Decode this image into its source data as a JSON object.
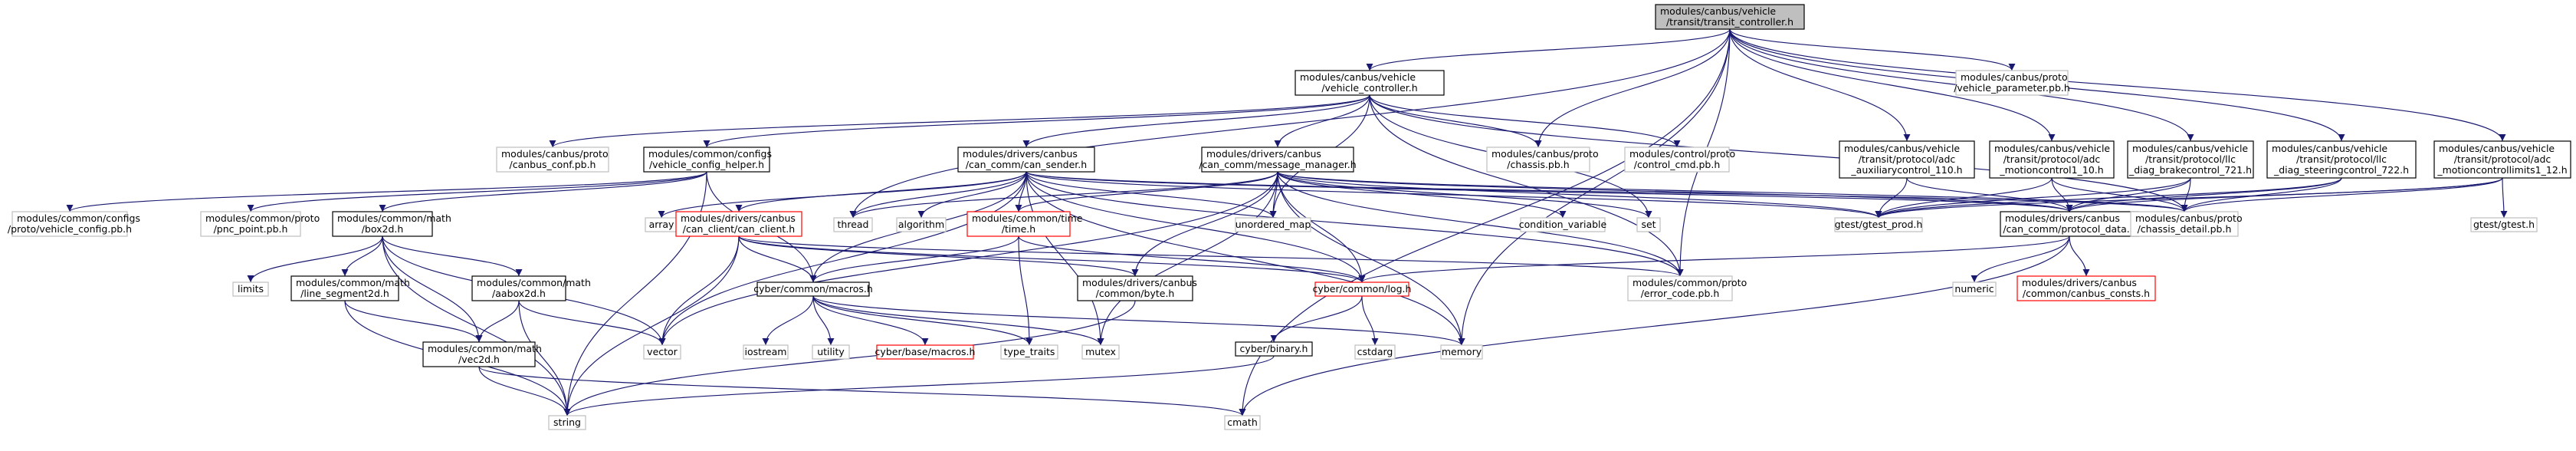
{
  "graph": {
    "type": "include-dependency-graph",
    "nodes": [
      {
        "id": "root",
        "lines": [
          "modules/canbus/vehicle",
          "/transit/transit_controller.h"
        ],
        "style": "root"
      },
      {
        "id": "vehicle_controller",
        "lines": [
          "modules/canbus/vehicle",
          "/vehicle_controller.h"
        ],
        "style": "plain"
      },
      {
        "id": "vehicle_parameter",
        "lines": [
          "modules/canbus/proto",
          "/vehicle_parameter.pb.h"
        ],
        "style": "gray"
      },
      {
        "id": "canbus_conf",
        "lines": [
          "modules/canbus/proto",
          "/canbus_conf.pb.h"
        ],
        "style": "gray"
      },
      {
        "id": "vehicle_config_helper",
        "lines": [
          "modules/common/configs",
          "/vehicle_config_helper.h"
        ],
        "style": "plain"
      },
      {
        "id": "can_sender",
        "lines": [
          "modules/drivers/canbus",
          "/can_comm/can_sender.h"
        ],
        "style": "plain"
      },
      {
        "id": "message_manager",
        "lines": [
          "modules/drivers/canbus",
          "/can_comm/message_manager.h"
        ],
        "style": "plain"
      },
      {
        "id": "chassis_pb",
        "lines": [
          "modules/canbus/proto",
          "/chassis.pb.h"
        ],
        "style": "gray"
      },
      {
        "id": "control_cmd",
        "lines": [
          "modules/control/proto",
          "/control_cmd.pb.h"
        ],
        "style": "gray"
      },
      {
        "id": "adc_auxiliary",
        "lines": [
          "modules/canbus/vehicle",
          "/transit/protocol/adc",
          "_auxiliarycontrol_110.h"
        ],
        "style": "plain"
      },
      {
        "id": "adc_motion10",
        "lines": [
          "modules/canbus/vehicle",
          "/transit/protocol/adc",
          "_motioncontrol1_10.h"
        ],
        "style": "plain"
      },
      {
        "id": "llc_brake",
        "lines": [
          "modules/canbus/vehicle",
          "/transit/protocol/llc",
          "_diag_brakecontrol_721.h"
        ],
        "style": "plain"
      },
      {
        "id": "llc_steering",
        "lines": [
          "modules/canbus/vehicle",
          "/transit/protocol/llc",
          "_diag_steeringcontrol_722.h"
        ],
        "style": "plain"
      },
      {
        "id": "adc_limits",
        "lines": [
          "modules/canbus/vehicle",
          "/transit/protocol/adc",
          "_motioncontrollimits1_12.h"
        ],
        "style": "plain"
      },
      {
        "id": "vehicle_config_pb",
        "lines": [
          "modules/common/configs",
          "/proto/vehicle_config.pb.h"
        ],
        "style": "gray"
      },
      {
        "id": "pnc_point",
        "lines": [
          "modules/common/proto",
          "/pnc_point.pb.h"
        ],
        "style": "gray"
      },
      {
        "id": "box2d",
        "lines": [
          "modules/common/math",
          "/box2d.h"
        ],
        "style": "plain"
      },
      {
        "id": "array",
        "lines": [
          "array"
        ],
        "style": "gray"
      },
      {
        "id": "thread",
        "lines": [
          "thread"
        ],
        "style": "gray"
      },
      {
        "id": "can_client",
        "lines": [
          "modules/drivers/canbus",
          "/can_client/can_client.h"
        ],
        "style": "red"
      },
      {
        "id": "algorithm",
        "lines": [
          "algorithm"
        ],
        "style": "gray"
      },
      {
        "id": "time_h",
        "lines": [
          "modules/common/time",
          "/time.h"
        ],
        "style": "red"
      },
      {
        "id": "unordered_map",
        "lines": [
          "unordered_map"
        ],
        "style": "gray"
      },
      {
        "id": "condition_variable",
        "lines": [
          "condition_variable"
        ],
        "style": "gray"
      },
      {
        "id": "set",
        "lines": [
          "set"
        ],
        "style": "gray"
      },
      {
        "id": "gtest_prod",
        "lines": [
          "gtest/gtest_prod.h"
        ],
        "style": "gray"
      },
      {
        "id": "protocol_data",
        "lines": [
          "modules/drivers/canbus",
          "/can_comm/protocol_data.h"
        ],
        "style": "plain"
      },
      {
        "id": "chassis_detail",
        "lines": [
          "modules/canbus/proto",
          "/chassis_detail.pb.h"
        ],
        "style": "gray"
      },
      {
        "id": "gtest",
        "lines": [
          "gtest/gtest.h"
        ],
        "style": "gray"
      },
      {
        "id": "limits",
        "lines": [
          "limits"
        ],
        "style": "gray"
      },
      {
        "id": "line_segment2d",
        "lines": [
          "modules/common/math",
          "/line_segment2d.h"
        ],
        "style": "plain"
      },
      {
        "id": "aabox2d",
        "lines": [
          "modules/common/math",
          "/aabox2d.h"
        ],
        "style": "plain"
      },
      {
        "id": "macros_h",
        "lines": [
          "cyber/common/macros.h"
        ],
        "style": "plain"
      },
      {
        "id": "byte_h",
        "lines": [
          "modules/drivers/canbus",
          "/common/byte.h"
        ],
        "style": "plain"
      },
      {
        "id": "log_h",
        "lines": [
          "cyber/common/log.h"
        ],
        "style": "red"
      },
      {
        "id": "error_code",
        "lines": [
          "modules/common/proto",
          "/error_code.pb.h"
        ],
        "style": "gray"
      },
      {
        "id": "numeric",
        "lines": [
          "numeric"
        ],
        "style": "gray"
      },
      {
        "id": "canbus_consts",
        "lines": [
          "modules/drivers/canbus",
          "/common/canbus_consts.h"
        ],
        "style": "red"
      },
      {
        "id": "vector",
        "lines": [
          "vector"
        ],
        "style": "gray"
      },
      {
        "id": "vec2d",
        "lines": [
          "modules/common/math",
          "/vec2d.h"
        ],
        "style": "plain"
      },
      {
        "id": "iostream",
        "lines": [
          "iostream"
        ],
        "style": "gray"
      },
      {
        "id": "utility",
        "lines": [
          "utility"
        ],
        "style": "gray"
      },
      {
        "id": "base_macros",
        "lines": [
          "cyber/base/macros.h"
        ],
        "style": "red"
      },
      {
        "id": "type_traits",
        "lines": [
          "type_traits"
        ],
        "style": "gray"
      },
      {
        "id": "mutex",
        "lines": [
          "mutex"
        ],
        "style": "gray"
      },
      {
        "id": "memory",
        "lines": [
          "memory"
        ],
        "style": "gray"
      },
      {
        "id": "binary_h",
        "lines": [
          "cyber/binary.h"
        ],
        "style": "plain"
      },
      {
        "id": "cstdarg",
        "lines": [
          "cstdarg"
        ],
        "style": "gray"
      },
      {
        "id": "string",
        "lines": [
          "string"
        ],
        "style": "gray"
      },
      {
        "id": "cmath",
        "lines": [
          "cmath"
        ],
        "style": "gray"
      }
    ],
    "edges": [
      [
        "root",
        "vehicle_controller"
      ],
      [
        "root",
        "vehicle_parameter"
      ],
      [
        "root",
        "chassis_pb"
      ],
      [
        "root",
        "error_code"
      ],
      [
        "root",
        "adc_auxiliary"
      ],
      [
        "root",
        "adc_motion10"
      ],
      [
        "root",
        "llc_brake"
      ],
      [
        "root",
        "llc_steering"
      ],
      [
        "root",
        "adc_limits"
      ],
      [
        "root",
        "thread"
      ],
      [
        "root",
        "memory"
      ],
      [
        "root",
        "cmath"
      ],
      [
        "vehicle_controller",
        "canbus_conf"
      ],
      [
        "vehicle_controller",
        "vehicle_config_helper"
      ],
      [
        "vehicle_controller",
        "can_sender"
      ],
      [
        "vehicle_controller",
        "message_manager"
      ],
      [
        "vehicle_controller",
        "chassis_pb"
      ],
      [
        "vehicle_controller",
        "control_cmd"
      ],
      [
        "vehicle_controller",
        "unordered_map"
      ],
      [
        "vehicle_controller",
        "error_code"
      ],
      [
        "vehicle_controller",
        "chassis_detail"
      ],
      [
        "vehicle_controller",
        "set"
      ],
      [
        "vehicle_config_helper",
        "vehicle_config_pb"
      ],
      [
        "vehicle_config_helper",
        "pnc_point"
      ],
      [
        "vehicle_config_helper",
        "box2d"
      ],
      [
        "vehicle_config_helper",
        "macros_h"
      ],
      [
        "vehicle_config_helper",
        "string"
      ],
      [
        "can_sender",
        "array"
      ],
      [
        "can_sender",
        "thread"
      ],
      [
        "can_sender",
        "can_client"
      ],
      [
        "can_sender",
        "algorithm"
      ],
      [
        "can_sender",
        "time_h"
      ],
      [
        "can_sender",
        "unordered_map"
      ],
      [
        "can_sender",
        "protocol_data"
      ],
      [
        "can_sender",
        "vector"
      ],
      [
        "can_sender",
        "log_h"
      ],
      [
        "can_sender",
        "mutex"
      ],
      [
        "can_sender",
        "memory"
      ],
      [
        "can_sender",
        "error_code"
      ],
      [
        "can_sender",
        "macros_h"
      ],
      [
        "can_sender",
        "gtest_prod"
      ],
      [
        "can_sender",
        "chassis_detail"
      ],
      [
        "message_manager",
        "thread"
      ],
      [
        "message_manager",
        "time_h"
      ],
      [
        "message_manager",
        "unordered_map"
      ],
      [
        "message_manager",
        "condition_variable"
      ],
      [
        "message_manager",
        "set"
      ],
      [
        "message_manager",
        "protocol_data"
      ],
      [
        "message_manager",
        "byte_h"
      ],
      [
        "message_manager",
        "log_h"
      ],
      [
        "message_manager",
        "error_code"
      ],
      [
        "message_manager",
        "vector"
      ],
      [
        "message_manager",
        "mutex"
      ],
      [
        "message_manager",
        "memory"
      ],
      [
        "message_manager",
        "gtest_prod"
      ],
      [
        "message_manager",
        "chassis_detail"
      ],
      [
        "adc_auxiliary",
        "protocol_data"
      ],
      [
        "adc_auxiliary",
        "gtest_prod"
      ],
      [
        "adc_motion10",
        "protocol_data"
      ],
      [
        "adc_motion10",
        "gtest_prod"
      ],
      [
        "adc_motion10",
        "chassis_detail"
      ],
      [
        "llc_brake",
        "protocol_data"
      ],
      [
        "llc_brake",
        "gtest_prod"
      ],
      [
        "llc_brake",
        "chassis_detail"
      ],
      [
        "llc_steering",
        "protocol_data"
      ],
      [
        "llc_steering",
        "gtest_prod"
      ],
      [
        "llc_steering",
        "chassis_detail"
      ],
      [
        "adc_limits",
        "protocol_data"
      ],
      [
        "adc_limits",
        "gtest"
      ],
      [
        "adc_limits",
        "chassis_detail"
      ],
      [
        "adc_limits",
        "gtest_prod"
      ],
      [
        "box2d",
        "limits"
      ],
      [
        "box2d",
        "line_segment2d"
      ],
      [
        "box2d",
        "aabox2d"
      ],
      [
        "box2d",
        "vec2d"
      ],
      [
        "box2d",
        "vector"
      ],
      [
        "box2d",
        "string"
      ],
      [
        "line_segment2d",
        "vec2d"
      ],
      [
        "line_segment2d",
        "string"
      ],
      [
        "aabox2d",
        "vec2d"
      ],
      [
        "aabox2d",
        "vector"
      ],
      [
        "aabox2d",
        "string"
      ],
      [
        "vec2d",
        "string"
      ],
      [
        "vec2d",
        "cmath"
      ],
      [
        "can_client",
        "byte_h"
      ],
      [
        "can_client",
        "macros_h"
      ],
      [
        "can_client",
        "vector"
      ],
      [
        "can_client",
        "string"
      ],
      [
        "can_client",
        "error_code"
      ],
      [
        "can_client",
        "log_h"
      ],
      [
        "time_h",
        "macros_h"
      ],
      [
        "time_h",
        "type_traits"
      ],
      [
        "time_h",
        "log_h"
      ],
      [
        "macros_h",
        "iostream"
      ],
      [
        "macros_h",
        "utility"
      ],
      [
        "macros_h",
        "base_macros"
      ],
      [
        "macros_h",
        "type_traits"
      ],
      [
        "macros_h",
        "mutex"
      ],
      [
        "macros_h",
        "memory"
      ],
      [
        "byte_h",
        "string"
      ],
      [
        "log_h",
        "binary_h"
      ],
      [
        "log_h",
        "cstdarg"
      ],
      [
        "binary_h",
        "string"
      ],
      [
        "protocol_data",
        "numeric"
      ],
      [
        "protocol_data",
        "canbus_consts"
      ],
      [
        "protocol_data",
        "log_h"
      ],
      [
        "protocol_data",
        "cmath"
      ]
    ]
  },
  "colors": {
    "edge": "#191970",
    "root_fill": "#bfbfbf",
    "plain_border": "#000000",
    "gray_border": "#bfbfbf",
    "red_border": "#ff0000",
    "gray_text": "#000000"
  }
}
